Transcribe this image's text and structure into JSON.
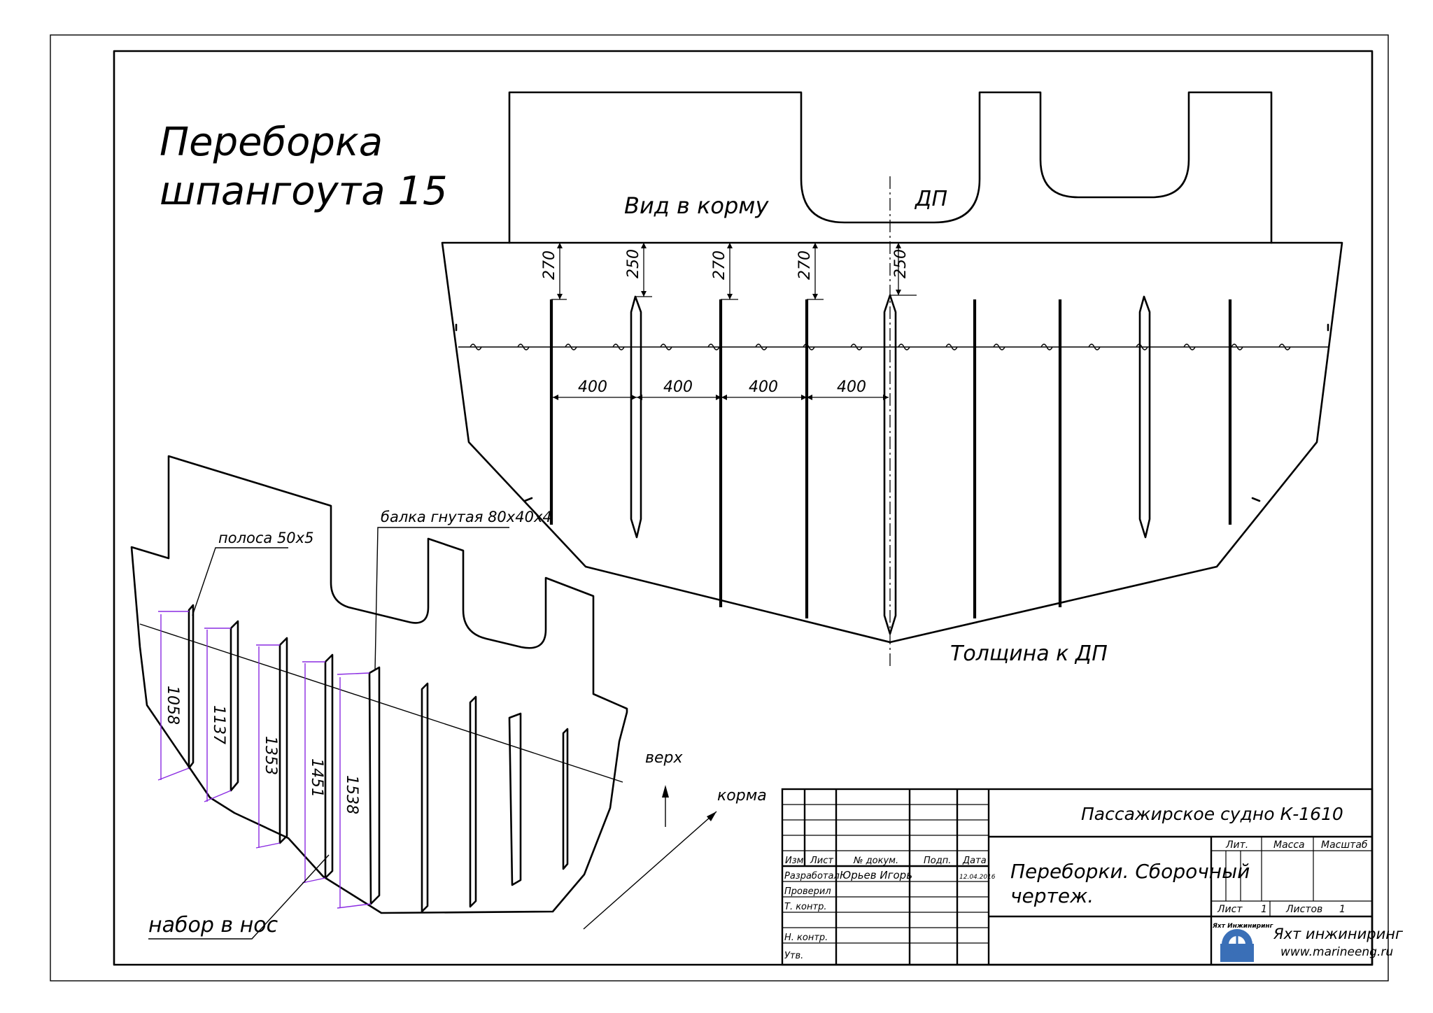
{
  "drawing": {
    "title_line1": "Переборка",
    "title_line2": "шпангоута 15",
    "view_label": "Вид в корму",
    "centerline_label": "ДП",
    "thickness_note": "Толщина к ДП",
    "top_dims": [
      "270",
      "250",
      "270",
      "270",
      "250"
    ],
    "spacing_dims": [
      "400",
      "400",
      "400",
      "400"
    ],
    "iso_dims": [
      "1058",
      "1137",
      "1353",
      "1451",
      "1538"
    ],
    "callout_strip": "полоса 50х5",
    "callout_beam": "балка гнутая 80х40х4",
    "callout_bow": "набор в нос",
    "axis_up": "верх",
    "axis_aft": "корма"
  },
  "title_block": {
    "ship_name": "Пассажирское судно К-1610",
    "doc_title_line1": "Переборки. Сборочный",
    "doc_title_line2": "чертеж.",
    "col_headers": {
      "izm": "Изм",
      "list": "Лист",
      "doc_no": "№ докум.",
      "sign": "Подп.",
      "date": "Дата"
    },
    "rows": {
      "developed_label": "Разработал",
      "developed_name": "Юрьев Игорь",
      "developed_date": "12.04.2016",
      "checked_label": "Проверил",
      "tech_control_label": "Т. контр.",
      "norm_control_label": "Н. контр.",
      "approved_label": "Утв."
    },
    "lit_label": "Лит.",
    "mass_label": "Масса",
    "scale_label": "Масштаб",
    "sheet_label": "Лист",
    "sheet_value": "1",
    "sheets_label": "Листов",
    "sheets_value": "1",
    "logo_caption": "Яхт Инжиниринг",
    "company_name": "Яхт инжиниринг",
    "company_site": "www.marineeng.ru"
  }
}
